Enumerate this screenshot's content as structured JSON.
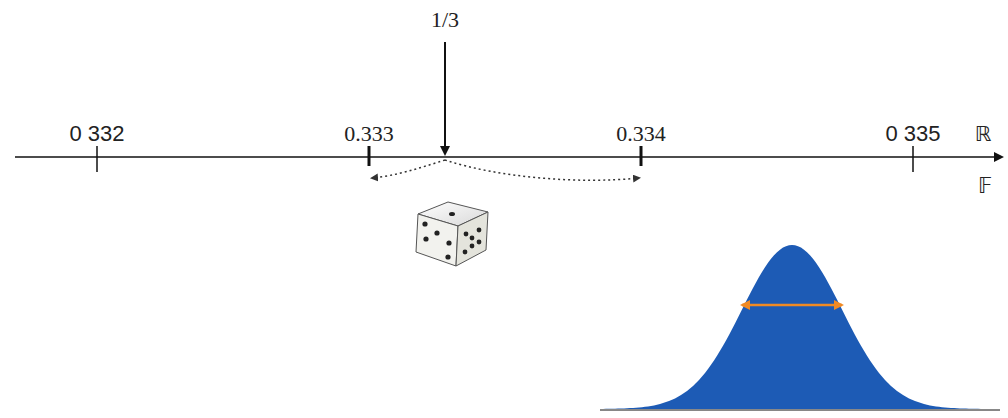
{
  "diagram": {
    "labels": [
      "1/3",
      "0 332",
      "0.333",
      "0.334",
      "0 335",
      "ℝ",
      "𝔽"
    ]
  }
}
